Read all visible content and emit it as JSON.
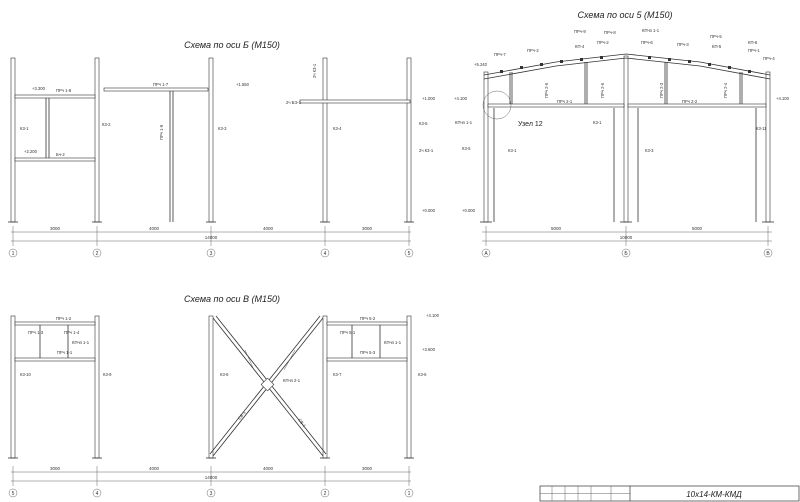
{
  "views": {
    "b": {
      "title": "Схема по оси Б (М150)",
      "axes": [
        "1",
        "2",
        "3",
        "4",
        "5"
      ],
      "spans": [
        "3000",
        "4000",
        "4000",
        "3000"
      ],
      "total": "14000",
      "labels": [
        "+3.300",
        "ПРч 1-8",
        "ПРч 1-7",
        "ПРч 1-9",
        "+2.200",
        "Бч-2",
        "К3-1",
        "К3-2",
        "К3-3",
        "К3-4",
        "К3-5",
        "2ч К3-1",
        "2ч БЭ-1",
        "+1.550",
        "+1.000",
        "+0.000",
        "2ч К3-1"
      ]
    },
    "s5": {
      "title": "Схема по оси 5 (М150)",
      "axes": [
        "А",
        "Б",
        "В"
      ],
      "spans": [
        "5000",
        "5000"
      ],
      "total": "10000",
      "node": "Узел 12",
      "labels": [
        "ПРч-7",
        "ПРч-2",
        "ПРч-9",
        "ПРч-8",
        "КПчп 1-1",
        "ПРч-5",
        "ПРч-3",
        "ПРч-4",
        "ПРч-6",
        "ПРч-2",
        "ПРч-1",
        "КП-4",
        "КП-5",
        "КП-6",
        "+5.240",
        "+4.100",
        "+4.100",
        "КПчп 1-1",
        "ПРч 2-5",
        "ПРч 2-6",
        "ПРч 2-3",
        "ПРч 2-4",
        "ПРч 2-1",
        "ПРч 2-2",
        "К3-5",
        "К3-1",
        "К3-3",
        "К3-1",
        "К3-11",
        "+0.000"
      ]
    },
    "v": {
      "title": "Схема по оси В (М150)",
      "axes": [
        "5",
        "4",
        "3",
        "2",
        "1"
      ],
      "spans": [
        "3000",
        "4000",
        "4000",
        "3000"
      ],
      "total": "14000",
      "labels": [
        "ПРч 1-2",
        "ПРч 1-3",
        "ПРч 1-1",
        "ПРч 1-4",
        "КПчп 1-1",
        "ПРч 5-2",
        "ПРч 5-1",
        "ПРч 5-3",
        "КПчп 1-1",
        "+4.100",
        "+3.600",
        "К3-10",
        "К3-9",
        "К3-8",
        "К3-7",
        "К3-6",
        "КПчп 2-1",
        "СВ-1",
        "СВ-1"
      ]
    }
  },
  "stamp": {
    "code": "10х14-КМ-КМД"
  }
}
